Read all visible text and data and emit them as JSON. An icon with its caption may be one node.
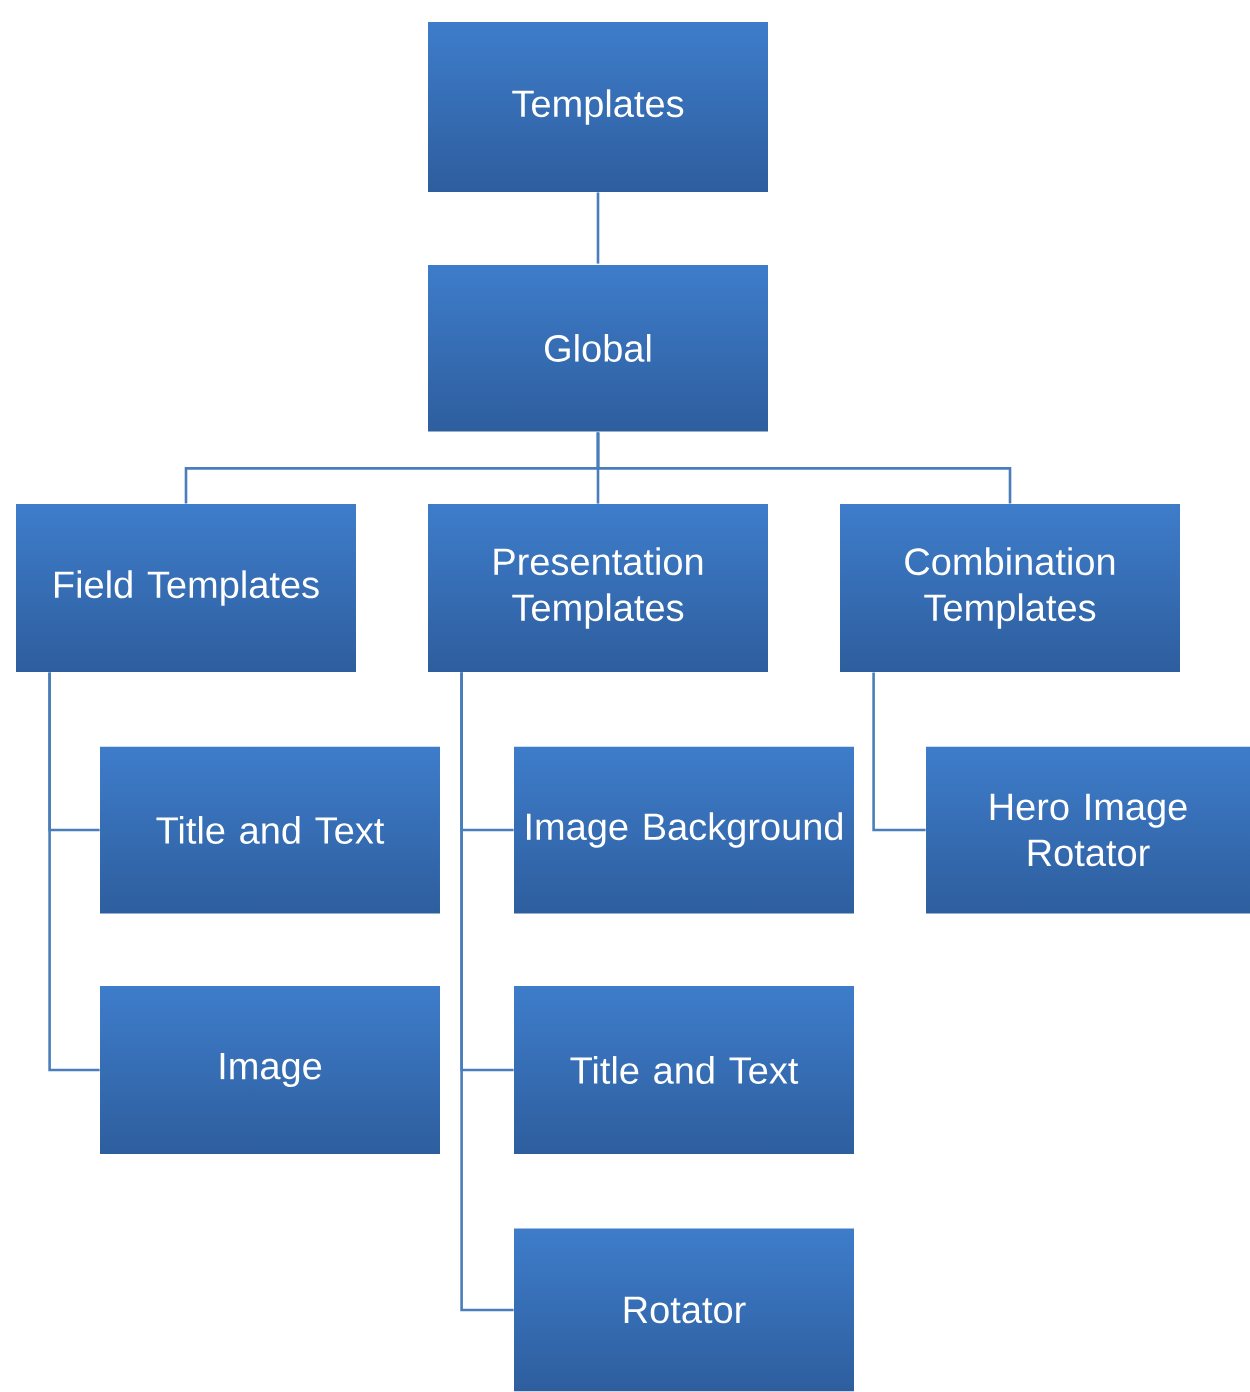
{
  "diagram": {
    "nodes": [
      {
        "text": [
          "Templates"
        ]
      },
      {
        "text": [
          "Global"
        ]
      },
      {
        "text": [
          "Field Templates"
        ]
      },
      {
        "text": [
          "Presentation Templates"
        ]
      },
      {
        "text": [
          "Combination Templates"
        ]
      },
      {
        "text": [
          "Title and Text"
        ]
      },
      {
        "text": [
          "Image"
        ]
      },
      {
        "text": [
          "Image Background"
        ]
      },
      {
        "text": [
          "Title and Text"
        ]
      },
      {
        "text": [
          "Rotator"
        ]
      },
      {
        "text": [
          "Hero Image Rotator"
        ]
      }
    ],
    "edges": [
      {
        "from": 0,
        "to": 1,
        "arrow": "none"
      },
      {
        "from": 1,
        "to": 2,
        "arrow": "none"
      },
      {
        "from": 1,
        "to": 3,
        "arrow": "none"
      },
      {
        "from": 1,
        "to": 4,
        "arrow": "none"
      },
      {
        "from": 2,
        "to": 5,
        "arrow": "none"
      },
      {
        "from": 2,
        "to": 6,
        "arrow": "none"
      },
      {
        "from": 3,
        "to": 7,
        "arrow": "none"
      },
      {
        "from": 3,
        "to": 8,
        "arrow": "none"
      },
      {
        "from": 3,
        "to": 9,
        "arrow": "none"
      },
      {
        "from": 4,
        "to": 10,
        "arrow": "none"
      }
    ]
  }
}
